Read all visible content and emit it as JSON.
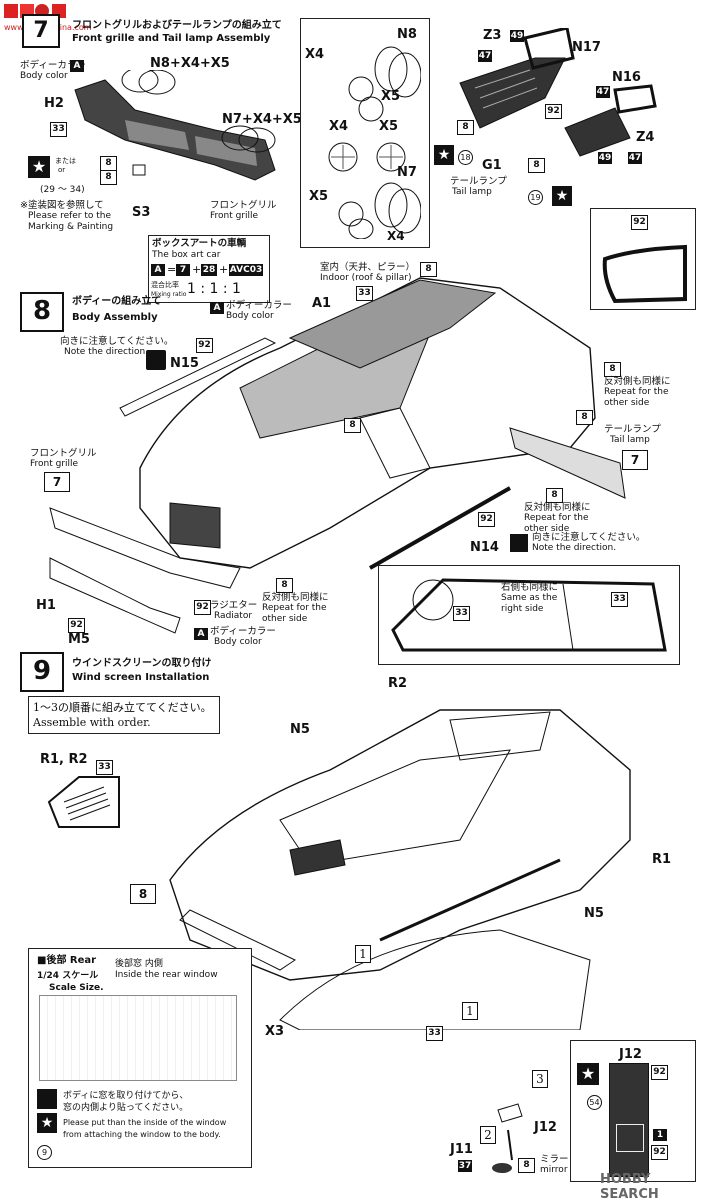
{
  "logo": {
    "text": "HobbyChina",
    "sub": "www.hobbychina.com"
  },
  "watermark": {
    "text": "HOBBY SEARCH"
  },
  "step7": {
    "number": "7",
    "title_jp": "フロントグリルおよびテールランプの組み立て",
    "title_en": "Front grille and Tail lamp Assembly",
    "body_color_jp": "ボディーカラー",
    "body_color_en": "Body color",
    "paint_a": "A",
    "h2_label": "H2",
    "n8x4x5": "N8+X4+X5",
    "n7x4x5": "N7+X4+X5",
    "or_jp": "または",
    "or_en": "or",
    "marking_ref": "(29 ～ 34)",
    "marking_note_jp": "※塗装図を参照して",
    "marking_note_en1": "Please refer to the",
    "marking_note_en2": "Marking & Painting",
    "s3_label": "S3",
    "front_grille_jp": "フロントグリル",
    "front_grille_en": "Front grille",
    "lens_labels": {
      "n8": "N8",
      "x4": "X4",
      "x5": "X5",
      "n7": "N7"
    },
    "tail": {
      "z3": "Z3",
      "n17": "N17",
      "n16": "N16",
      "z4": "Z4",
      "g1": "G1",
      "num_49": "49",
      "num_47": "47",
      "num_92": "92",
      "num_8": "8",
      "num_18": "18",
      "num_19": "19",
      "tail_lamp_jp": "テールランプ",
      "tail_lamp_en": "Tail lamp"
    },
    "paint_nums": {
      "n33": "33",
      "n92": "92",
      "n8": "8"
    }
  },
  "box_art": {
    "title_jp": "ボックスアートの車輌",
    "title_en": "The box art car",
    "paint_a": "A",
    "eq": "=",
    "c1": "7",
    "plus1": "+",
    "c2": "28",
    "plus2": "+",
    "c3": "AVC03",
    "ratio_jp": "混合比率",
    "ratio_en": "Mixing ratio",
    "ratio": "1 : 1 : 1"
  },
  "step8": {
    "number": "8",
    "title_jp": "ボディーの組み立て",
    "title_en": "Body Assembly",
    "a1": "A1",
    "body_color_jp": "ボディーカラー",
    "body_color_en": "Body color",
    "paint_a": "A",
    "interior_jp": "室内（天井、ピラー）",
    "interior_en": "Indoor (roof & pillar)",
    "note_dir_jp": "向きに注意してください。",
    "note_dir_en": "Note the direction.",
    "n15": "N15",
    "n14": "N14",
    "h1": "H1",
    "m5": "M5",
    "front_grille_jp": "フロントグリル",
    "front_grille_en": "Front grille",
    "ref7": "7",
    "repeat_jp": "反対側も同様に",
    "repeat_en1": "Repeat for the",
    "repeat_en2": "other side",
    "tail_lamp_jp": "テールランプ",
    "tail_lamp_en": "Tail lamp",
    "radiator_jp": "ラジエター",
    "radiator_en": "Radiator",
    "same_right_jp": "右側も同様に",
    "same_right_en1": "Same as the",
    "same_right_en2": "right side",
    "nums": {
      "n8": "8",
      "n33": "33",
      "n92": "92"
    }
  },
  "step9": {
    "number": "9",
    "title_jp": "ウインドスクリーンの取り付け",
    "title_en": "Wind screen Installation",
    "order_jp": "1～3の順番に組み立ててください。",
    "order_en": "Assemble with order.",
    "r1r2": "R1, R2",
    "r1": "R1",
    "r2": "R2",
    "n5": "N5",
    "x3": "X3",
    "j11": "J11",
    "j12": "J12",
    "mirror_jp": "ミラー",
    "mirror_en": "mirror",
    "steps": {
      "s1": "1",
      "s2": "2",
      "s3": "3"
    },
    "ref8": "8",
    "rear_title": "■後部 Rear",
    "scale_jp": "1/24 スケール",
    "scale_en": "Scale Size.",
    "rear_window_jp": "後部窓 内側",
    "rear_window_en": "Inside the rear window",
    "rear_note_jp1": "ボディに窓を取り付けてから、",
    "rear_note_jp2": "窓の内側より貼ってください。",
    "rear_note_en1": "Please put than the inside of the window",
    "rear_note_en2": "from attaching the window to the body.",
    "num_9": "9",
    "nums": {
      "n33": "33",
      "n92": "92",
      "n54": "54",
      "n37": "37",
      "n8": "8",
      "n1": "1"
    }
  }
}
